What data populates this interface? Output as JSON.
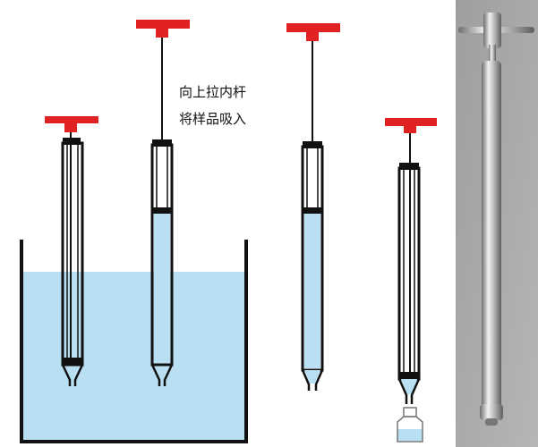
{
  "annotation": {
    "line1": "向上拉内杆",
    "line2": "将样品吸入"
  },
  "colors": {
    "handle": "#e02222",
    "liquid": "#b9e0f2",
    "outline": "#111111",
    "photo_bg": "#a9a9a9",
    "metal": "#c8c8c8"
  },
  "stages": [
    {
      "name": "insert-into-liquid",
      "liquid_fill": 0.0
    },
    {
      "name": "pull-rod-up",
      "liquid_fill": 0.75
    },
    {
      "name": "remove-sampler",
      "liquid_fill": 0.75
    },
    {
      "name": "discharge-into-bottle",
      "liquid_fill": 0.0
    }
  ],
  "icons": [
    "sampler-tube-icon",
    "sample-bottle-icon",
    "container-icon",
    "sampler-photo-icon"
  ]
}
